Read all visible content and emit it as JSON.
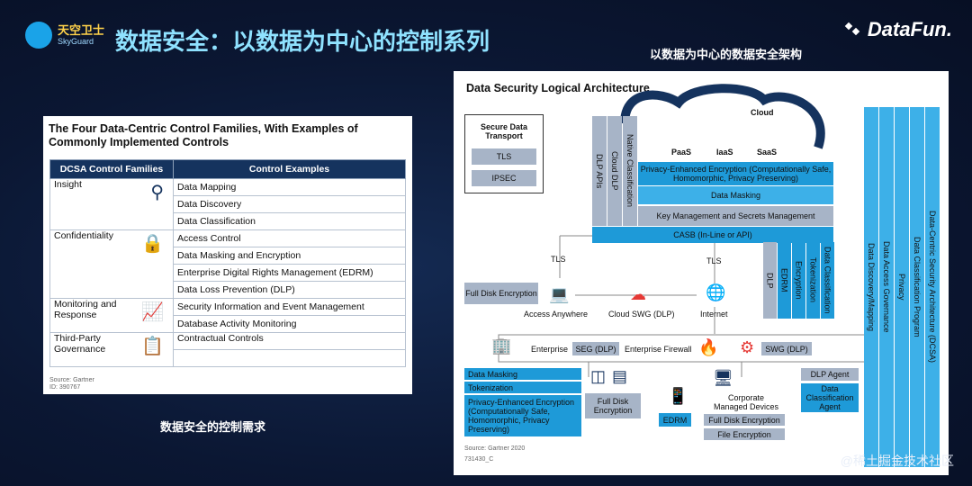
{
  "header": {
    "logo_cn": "天空卫士",
    "logo_en": "SkyGuard",
    "slide_title": "数据安全：以数据为中心的控制系列",
    "brand": "DataFun."
  },
  "captions": {
    "right": "以数据为中心的数据安全架构",
    "left": "数据安全的控制需求"
  },
  "control_table": {
    "title": "The Four Data-Centric Control Families, With Examples of Commonly Implemented Controls",
    "headers": [
      "DCSA Control Families",
      "Control Examples"
    ],
    "families": [
      {
        "name": "Insight",
        "icon": "magnifier-icon",
        "controls": [
          "Data Mapping",
          "Data Discovery",
          "Data Classification"
        ]
      },
      {
        "name": "Confidentiality",
        "icon": "padlock-icon",
        "controls": [
          "Access Control",
          "Data Masking and Encryption",
          "Enterprise Digital Rights Management (EDRM)",
          "Data Loss Prevention (DLP)"
        ]
      },
      {
        "name": "Monitoring and Response",
        "icon": "monitor-chart-icon",
        "controls": [
          "Security Information and Event Management",
          "Database Activity Monitoring"
        ]
      },
      {
        "name": "Third-Party Governance",
        "icon": "contract-icon",
        "controls": [
          "Contractual Controls",
          ""
        ]
      }
    ],
    "source": "Source: Gartner",
    "id": "ID: 390767"
  },
  "architecture": {
    "title": "Data Security Logical Architecture",
    "secure_transport": {
      "title": "Secure Data Transport",
      "items": [
        "TLS",
        "IPSEC"
      ]
    },
    "cloud_label": "Cloud",
    "cloud_services": [
      "PaaS",
      "IaaS",
      "SaaS"
    ],
    "cloud_vertical": [
      "DLP APIs",
      "Cloud DLP",
      "Native Classification"
    ],
    "cloud_layers": [
      "Privacy-Enhanced Encryption (Computationally Safe, Homomorphic, Privacy Preserving)",
      "Data Masking",
      "Key Management and Secrets Management"
    ],
    "casb": "CASB (In-Line or API)",
    "mid_vertical": [
      "DLP",
      "EDRM",
      "Encryption",
      "Tokenization",
      "Data Classification"
    ],
    "right_vertical": [
      "Data Discovery/Mapping",
      "Data Access Governance",
      "Privacy",
      "Data Classification Program",
      "Data-Centric Security Architecture (DCSA)"
    ],
    "tls": "TLS",
    "full_disk_top": "Full Disk Encryption",
    "access_anywhere": "Access Anywhere",
    "cloud_swg": "Cloud SWG (DLP)",
    "internet": "Internet",
    "enterprise": "Enterprise",
    "seg": "SEG (DLP)",
    "enterprise_firewall": "Enterprise Firewall",
    "swg": "SWG (DLP)",
    "bottom_left": [
      "Data Masking",
      "Tokenization",
      "Privacy-Enhanced Encryption (Computationally Safe, Homomorphic, Privacy Preserving)"
    ],
    "full_disk_bottom": "Full Disk Encryption",
    "edrm": "EDRM",
    "corporate_devices": "Corporate Managed Devices",
    "full_disk_enc": "Full Disk Encryption",
    "file_enc": "File Encryption",
    "dlp_agent": "DLP Agent",
    "dc_agent": "Data Classification Agent",
    "source": "Source: Gartner 2020",
    "id": "731430_C"
  },
  "watermark": "@稀土掘金技术社区",
  "colors": {
    "accent_blue": "#1e9ad8",
    "navy": "#15335e",
    "gray_box": "#a7b4c7",
    "title_cyan": "#8fe2ff",
    "red": "#e53935"
  }
}
